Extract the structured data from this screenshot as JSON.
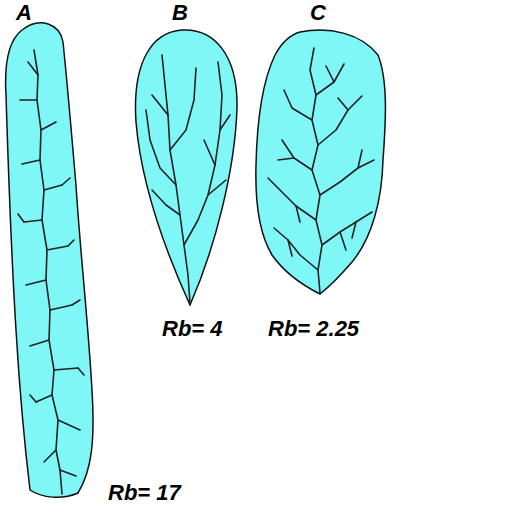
{
  "diagram": {
    "labels": [
      "A",
      "B",
      "C",
      "Rb= 4",
      "Rb= 2.25",
      "Rb= 17"
    ]
  }
}
